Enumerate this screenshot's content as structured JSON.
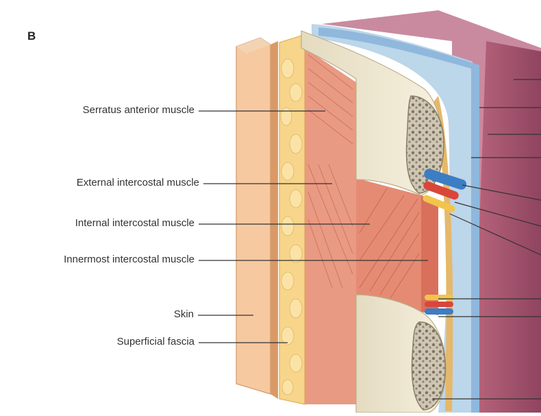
{
  "figure": {
    "panel_letter": "B"
  },
  "labels": {
    "serratus_anterior": "Serratus anterior muscle",
    "external_intercostal": "External intercostal muscle",
    "internal_intercostal": "Internal intercostal muscle",
    "innermost_intercostal": "Innermost intercostal muscle",
    "skin": "Skin",
    "superficial_fascia": "Superficial fascia"
  },
  "colors": {
    "skin": "#f6c9a0",
    "fat": "#f7d58a",
    "muscle": "#e8917a",
    "rib": "#efe7cf",
    "pleura": "#8fb8dc",
    "lung": "#a5566e",
    "vein": "#3c7dc4",
    "artery": "#d9463a",
    "nerve": "#f2c44b"
  }
}
